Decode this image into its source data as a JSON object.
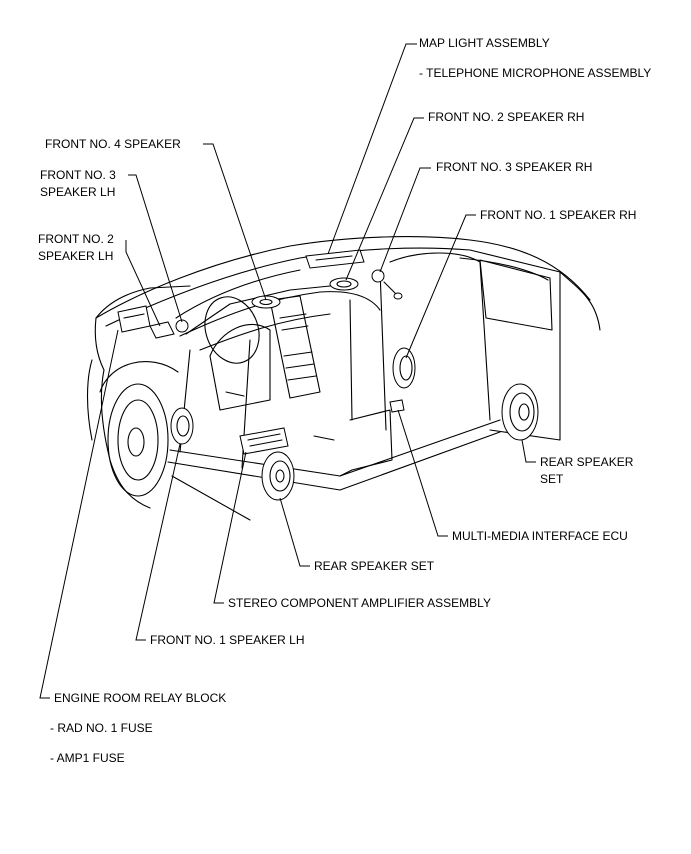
{
  "labels": {
    "map_light_assembly": "MAP LIGHT ASSEMBLY",
    "telephone_microphone_assembly": "- TELEPHONE MICROPHONE ASSEMBLY",
    "front_no2_speaker_rh": "FRONT NO. 2 SPEAKER RH",
    "front_no4_speaker": "FRONT NO. 4 SPEAKER",
    "front_no3_speaker_rh": "FRONT NO. 3 SPEAKER RH",
    "front_no3_speaker_lh_line1": "FRONT NO. 3",
    "front_no3_speaker_lh_line2": "SPEAKER LH",
    "front_no1_speaker_rh": "FRONT NO. 1 SPEAKER RH",
    "front_no2_speaker_lh_line1": "FRONT NO. 2",
    "front_no2_speaker_lh_line2": "SPEAKER LH",
    "rear_speaker_set_right_line1": "REAR SPEAKER",
    "rear_speaker_set_right_line2": "SET",
    "multi_media_interface_ecu": "MULTI-MEDIA INTERFACE ECU",
    "rear_speaker_set": "REAR SPEAKER SET",
    "stereo_component_amplifier_assembly": "STEREO COMPONENT AMPLIFIER ASSEMBLY",
    "front_no1_speaker_lh": "FRONT NO. 1 SPEAKER LH",
    "engine_room_relay_block": "ENGINE ROOM RELAY BLOCK",
    "rad_no1_fuse": "- RAD NO. 1 FUSE",
    "amp1_fuse": "- AMP1 FUSE"
  }
}
